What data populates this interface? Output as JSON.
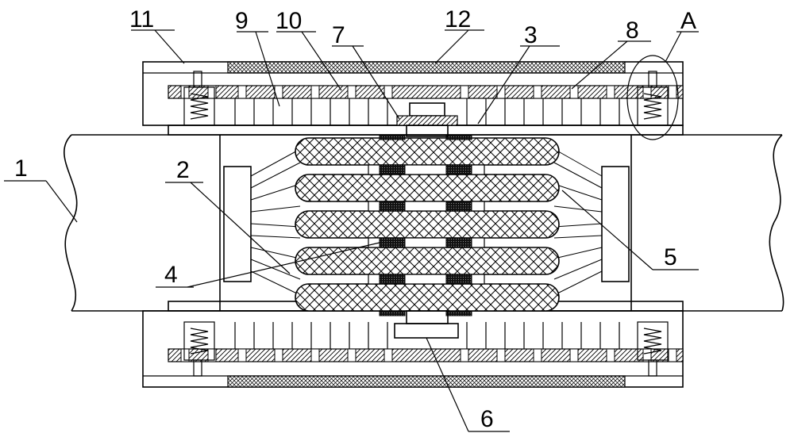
{
  "labels": {
    "l1": "1",
    "l2": "2",
    "l3": "3",
    "l4": "4",
    "l5": "5",
    "l6": "6",
    "l7": "7",
    "l8": "8",
    "l9": "9",
    "l10": "10",
    "l11": "11",
    "l12": "12",
    "lA": "A"
  }
}
